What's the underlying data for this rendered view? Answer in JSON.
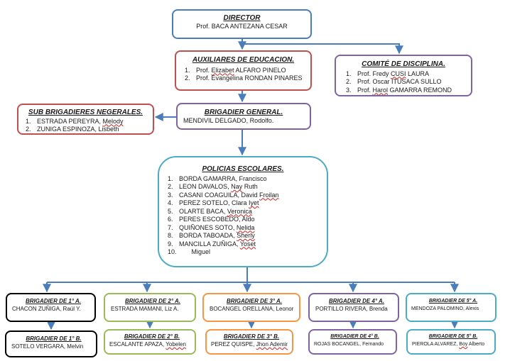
{
  "director": {
    "title": "DIRECTOR",
    "name": "Prof. BACA ANTEZANA CESAR"
  },
  "auxiliares": {
    "title": "AUXILIARES DE EDUCACION.",
    "items": [
      {
        "num": "1.",
        "pre": "Prof. ",
        "sq": "Elizabet",
        "post": " ALFARO PINELO"
      },
      {
        "num": "2.",
        "pre": "Prof. Evangelina RONDAN PINARES",
        "sq": "",
        "post": ""
      }
    ]
  },
  "comite": {
    "title": "COMITÉ DE DISCIPLINA.",
    "items": [
      {
        "num": "1.",
        "pre": "Prof. Fredy ",
        "sq": "CUSI",
        "post": " LAURA"
      },
      {
        "num": "2.",
        "pre": "Prof. Oscar ITUSACA SULLO",
        "sq": "",
        "post": ""
      },
      {
        "num": "3.",
        "pre": "Prof. ",
        "sq": "Harol",
        "post": " GAMARRA REMOND"
      }
    ]
  },
  "sub_brigadieres": {
    "title": "SUB BRIGADIERES NEGERALES.",
    "items": [
      {
        "num": "1.",
        "pre": "ESTRADA PEREYRA, ",
        "sq": "Melody",
        "post": ""
      },
      {
        "num": "2.",
        "pre": "ZUNIGA ESPINOZA, Lisbeth",
        "sq": "",
        "post": ""
      }
    ]
  },
  "brigadier_general": {
    "title": "BRIGADIER GENERAL.",
    "name": "MENDIVIL DELGADO, Rodolfo."
  },
  "policias": {
    "title": "POLICIAS ESCOLARES.",
    "items": [
      {
        "num": "1.",
        "pre": "BORDA GAMARRA,  Francisco",
        "sq": "",
        "post": ""
      },
      {
        "num": "2.",
        "pre": "LEON DAVALOS, ",
        "sq": "Nay",
        "post": " Ruth"
      },
      {
        "num": "3.",
        "pre": "CASANI COAGUILA, David ",
        "sq": "Froilan",
        "post": ""
      },
      {
        "num": "4.",
        "pre": "PEREZ SOTELO, Clara ",
        "sq": "Iyet",
        "post": ""
      },
      {
        "num": "5.",
        "pre": "OLARTE BACA, ",
        "sq": "Veronica",
        "post": ""
      },
      {
        "num": "6.",
        "pre": "PERES ESCOBEDO, Aldo",
        "sq": "",
        "post": ""
      },
      {
        "num": "7.",
        "pre": "QUIÑONES SOTO, ",
        "sq": "Nelida",
        "post": ""
      },
      {
        "num": "8.",
        "pre": "BORDA TABOADA, ",
        "sq": "Sherly",
        "post": ""
      },
      {
        "num": "9.",
        "pre": "MANCILLA ZUÑIGA, ",
        "sq": "Yoset",
        "post": ""
      },
      {
        "num": "10.",
        "pre": "       Miguel",
        "sq": "",
        "post": ""
      }
    ]
  },
  "brigadiers": [
    {
      "top": {
        "title": "BRIGADIER DE 1° A.",
        "pre": "CHACON ZUÑIGA, Raúl  Y.",
        "sq": "",
        "post": ""
      },
      "bottom": {
        "title": "BRIGADIER DE 1° B.",
        "pre": "SOTELO VERGARA, Melvin",
        "sq": "",
        "post": ""
      }
    },
    {
      "top": {
        "title": "BRIGADIER DE 2° A.",
        "pre": "ESTRADA MAMANI, Liz A.",
        "sq": "",
        "post": ""
      },
      "bottom": {
        "title": "BRIGADIER DE 2° B.",
        "pre": "ESCALANTE APAZA, ",
        "sq": "Yobelen",
        "post": ""
      }
    },
    {
      "top": {
        "title": "BRIGADIER DE 3° A.",
        "pre": "BOCANGEL ORELLANA,  Leonor",
        "sq": "",
        "post": ""
      },
      "bottom": {
        "title": "BRIGADIER DE 3° B.",
        "pre": "PEREZ QUISPE, ",
        "sq": "Jhon Ademir",
        "post": ""
      }
    },
    {
      "top": {
        "title": "BRIGADIER DE 4° A.",
        "pre": "PORTILLO RIVERA, Brenda",
        "sq": "",
        "post": ""
      },
      "bottom": {
        "title": "BRIGADIER  DE  4° B.",
        "pre": "ROJAS BOCANGEL, Fernando",
        "sq": "",
        "post": ""
      }
    },
    {
      "top": {
        "title": "BRIGADIER  DE  5° A.",
        "pre": "MENDOZA PALOMINO, Alexis",
        "sq": "",
        "post": ""
      },
      "bottom": {
        "title": "BRIGADIER  DE  5° B.",
        "pre": "PIEROLA ALVAREZ, ",
        "sq": "Boy",
        "post": " Alberto"
      }
    }
  ],
  "colors": {
    "connector": "#4a7ebb",
    "director_border": "#4a7ebb",
    "auxiliares_border": "#c0504d",
    "comite_border": "#8064a2",
    "sub_border": "#c0504d",
    "general_border": "#8064a2",
    "policias_border": "#4bacc6",
    "brigadier_1": "#000000",
    "brigadier_2": "#9bbb59",
    "brigadier_3": "#f79646",
    "brigadier_4": "#8064a2",
    "brigadier_5": "#4bacc6"
  }
}
